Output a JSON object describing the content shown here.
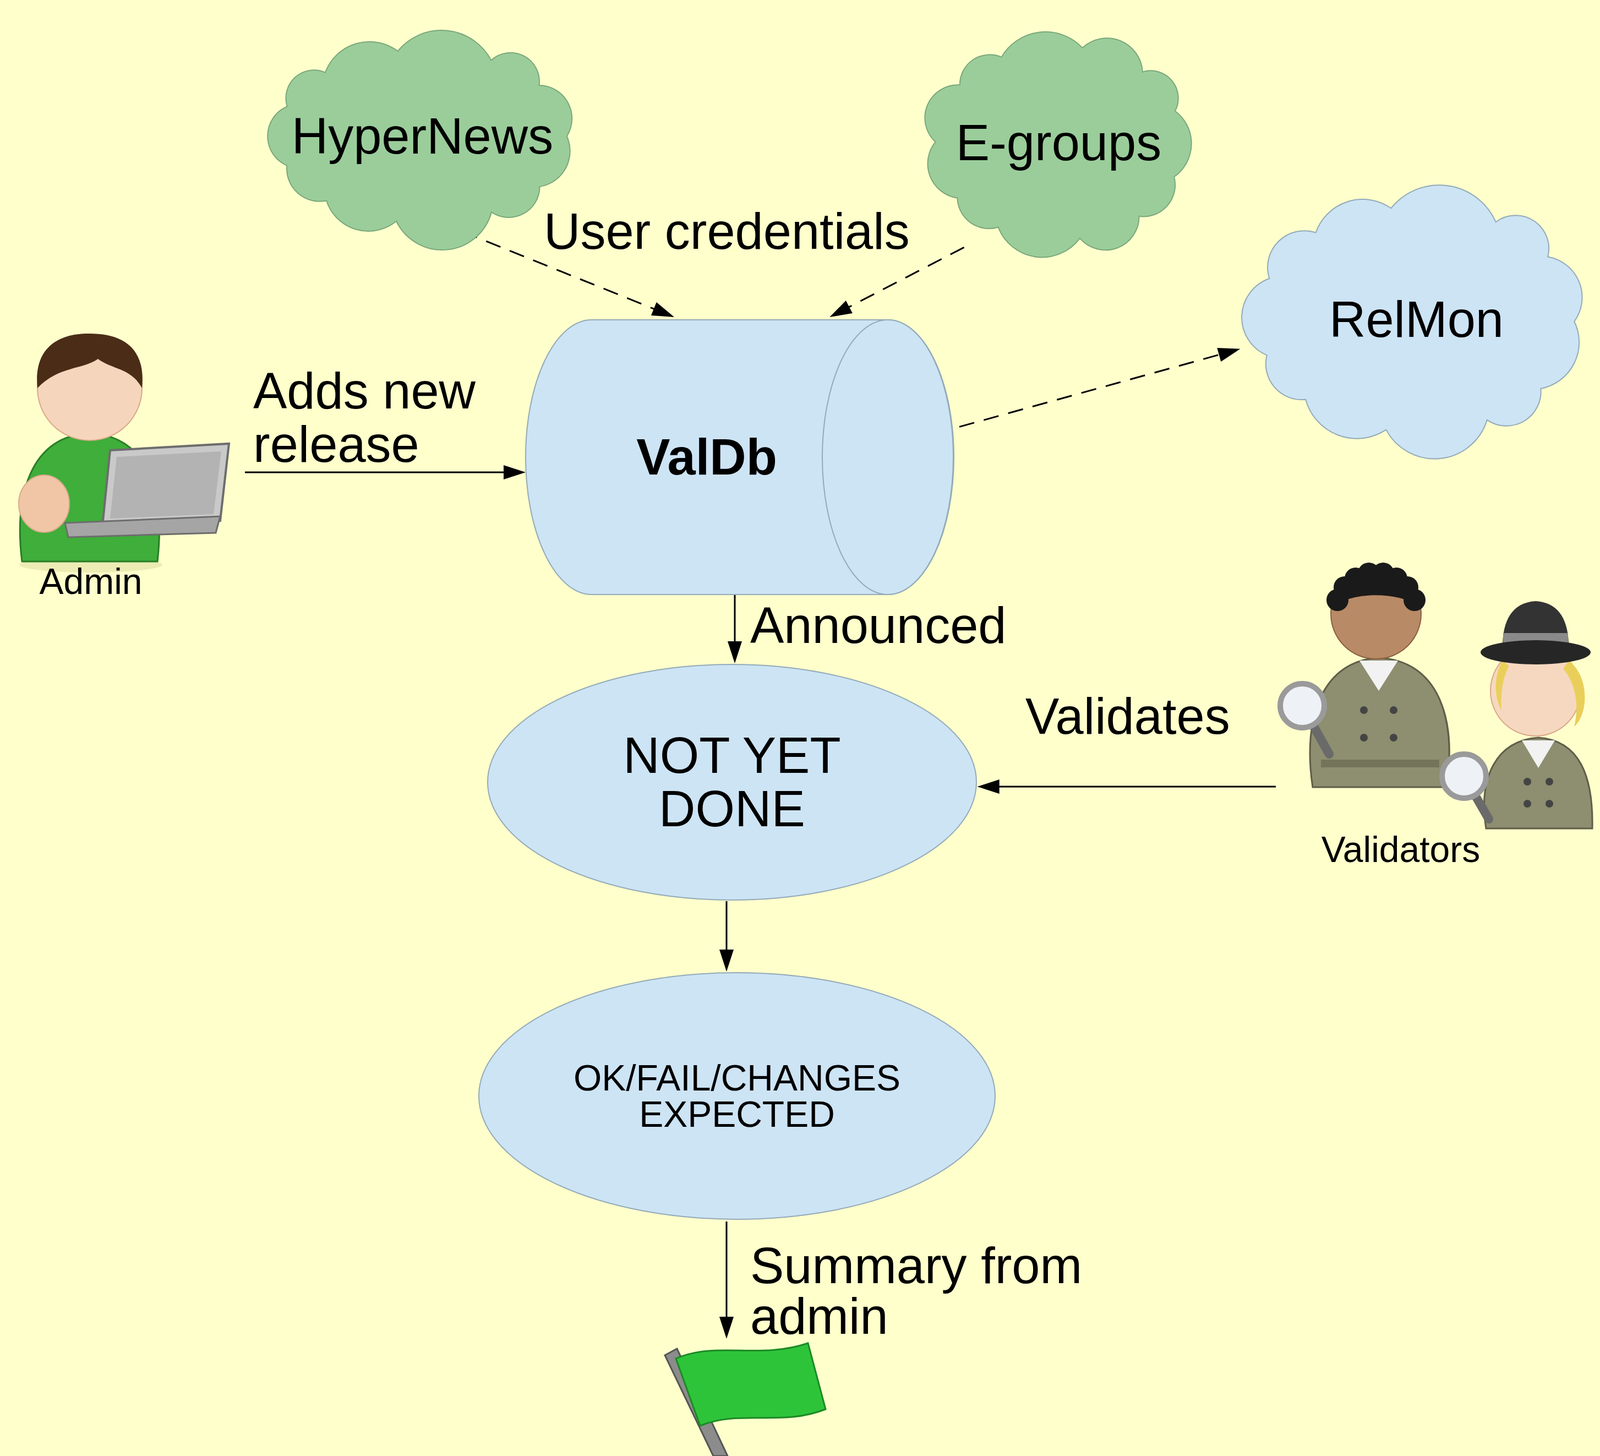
{
  "diagram": {
    "nodes": [
      {
        "text": [
          "HyperNews"
        ]
      },
      {
        "text": [
          "E-groups"
        ]
      },
      {
        "text": [
          "Admin"
        ]
      },
      {
        "text": [
          "ValDb"
        ]
      },
      {
        "text": [
          "RelMon"
        ]
      },
      {
        "text": [
          "NOT YET DONE"
        ]
      },
      {
        "text": [
          "Validators"
        ]
      },
      {
        "text": [
          "OK/FAIL/CHANGES EXPECTED"
        ]
      }
    ],
    "edges": [
      {
        "from": 0,
        "to": 3,
        "arrow": "to"
      },
      {
        "from": 1,
        "to": 3,
        "arrow": "to"
      },
      {
        "from": 2,
        "to": 3,
        "label": "Adds new release",
        "arrow": "to"
      },
      {
        "from": 3,
        "to": 4,
        "arrow": "to"
      },
      {
        "from": 3,
        "to": 5,
        "label": "Announced",
        "arrow": "to"
      },
      {
        "from": 6,
        "to": 5,
        "label": "Validates",
        "arrow": "to"
      },
      {
        "from": 5,
        "to": 7,
        "arrow": "to"
      }
    ],
    "labels": [
      "User credentials",
      "Summary from admin"
    ]
  }
}
